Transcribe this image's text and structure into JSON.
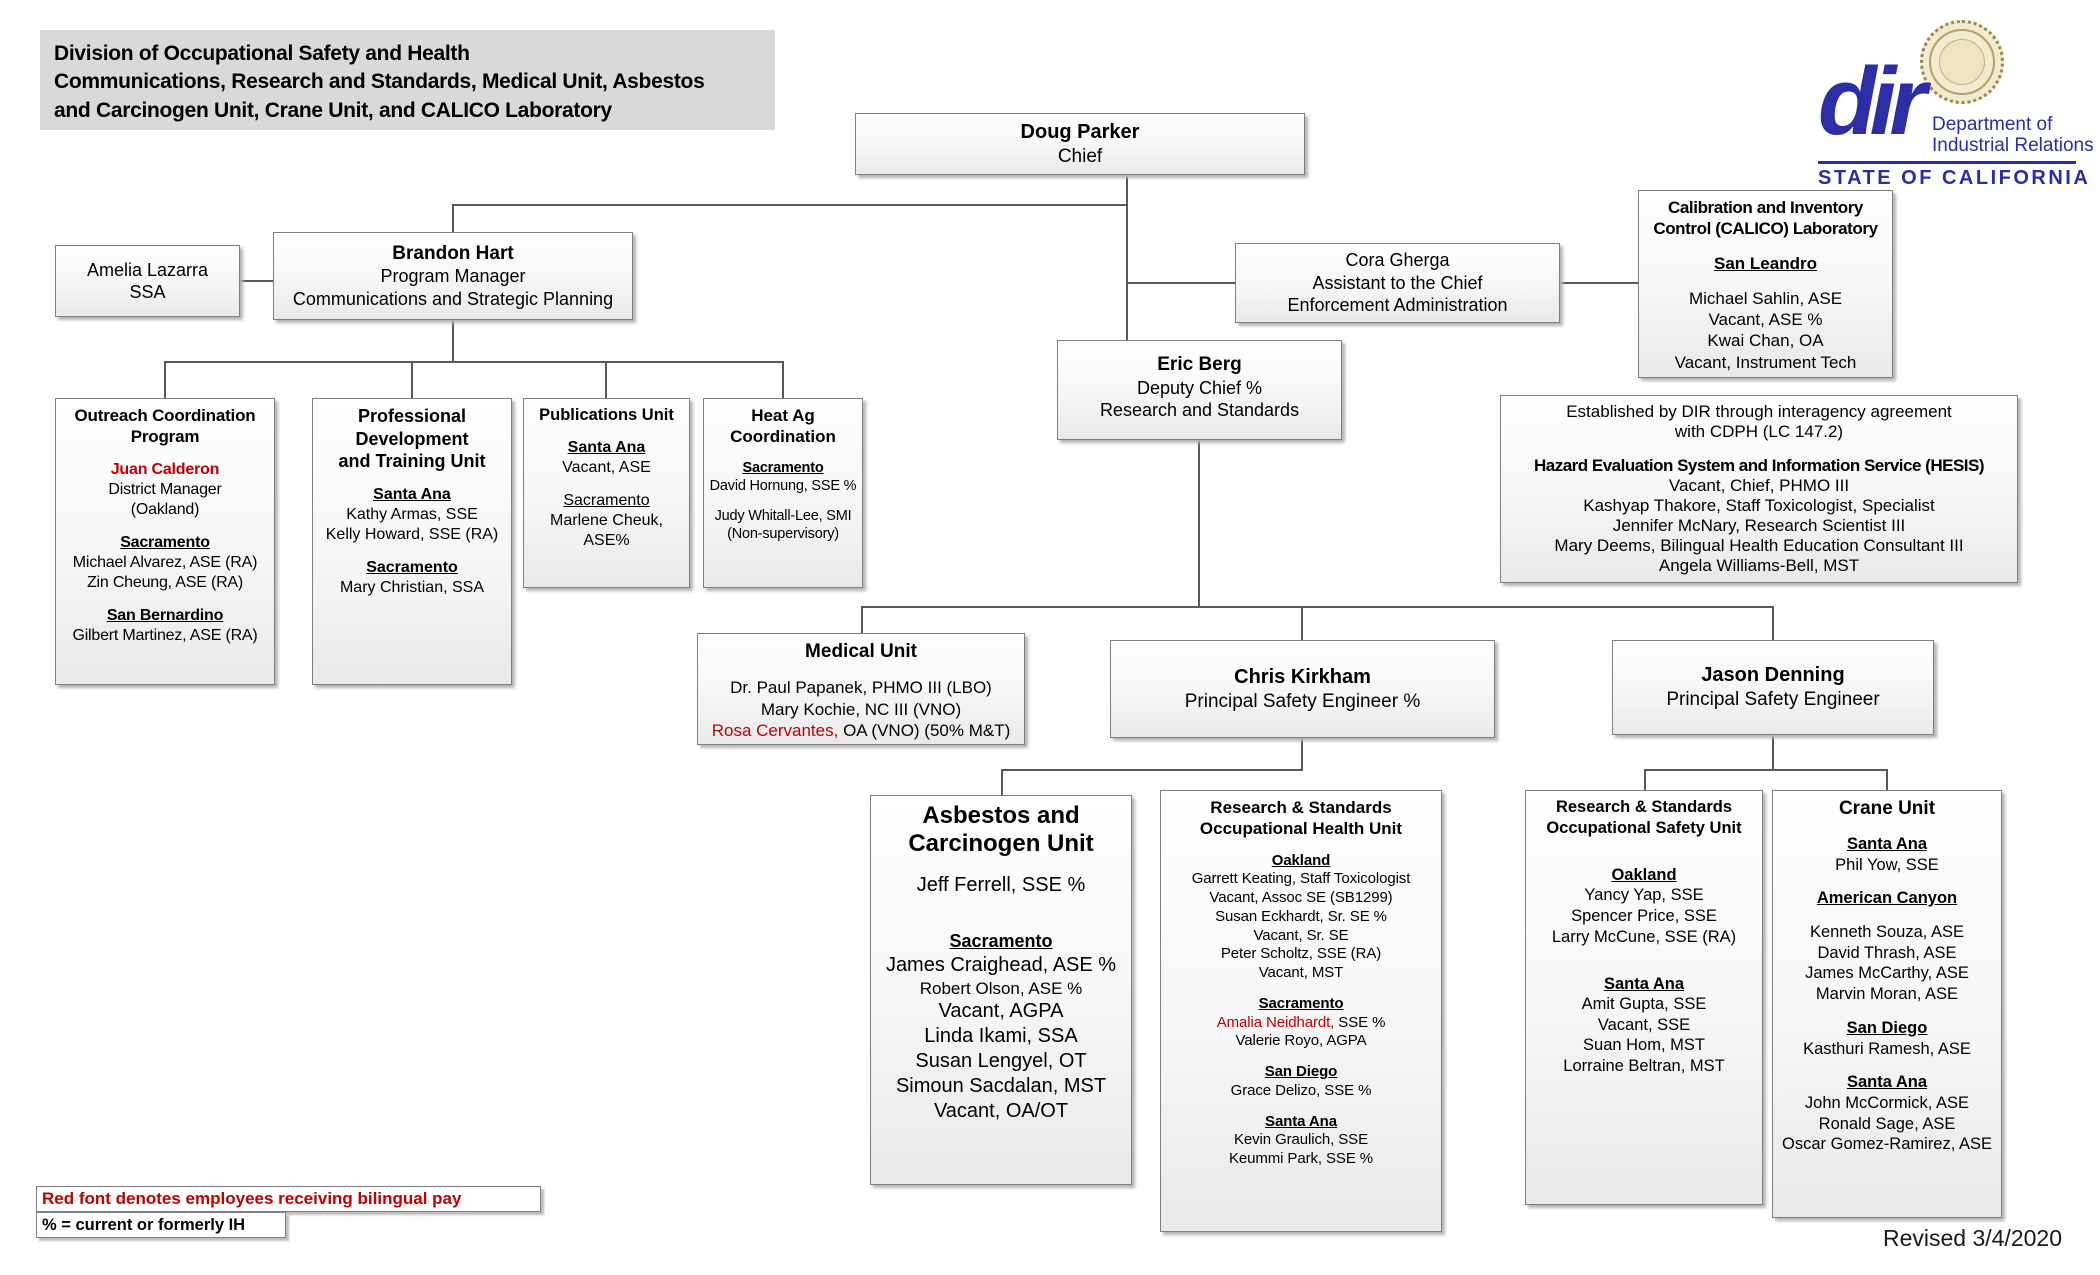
{
  "colors": {
    "accent_blue": "#2d2da6",
    "bilingual_red": "#c00000",
    "box_border": "#7f7f7f",
    "title_bg": "#d9d9d9"
  },
  "title_block": {
    "lines": [
      {
        "t": "Division of Occupational Safety and Health"
      },
      {
        "t": "Communications, Research and Standards, Medical Unit, Asbestos"
      },
      {
        "t": "and Carcinogen Unit, Crane Unit, and CALICO Laboratory"
      }
    ]
  },
  "logo": {
    "dir": "dir",
    "dept_line1": "Department of",
    "dept_line2": "Industrial Relations",
    "state": "STATE OF CALIFORNIA",
    "seal": "state-seal"
  },
  "legend": {
    "red_note": "Red font denotes employees receiving bilingual pay",
    "percent_note": "% = current or formerly IH"
  },
  "footer": {
    "revised": "Revised 3/4/2020"
  },
  "boxes": {
    "doug": {
      "lines": [
        {
          "t": "Doug Parker",
          "s": "h"
        },
        {
          "t": "Chief"
        }
      ]
    },
    "amelia": {
      "lines": [
        {
          "t": "Amelia Lazarra"
        },
        {
          "t": "SSA"
        }
      ]
    },
    "brandon": {
      "lines": [
        {
          "t": "Brandon Hart",
          "s": "h"
        },
        {
          "t": "Program Manager"
        },
        {
          "t": "Communications and Strategic Planning"
        }
      ]
    },
    "cora": {
      "lines": [
        {
          "t": "Cora Gherga"
        },
        {
          "t": "Assistant to the Chief"
        },
        {
          "t": "Enforcement Administration"
        }
      ]
    },
    "calico": {
      "lines": [
        {
          "t": "Calibration and Inventory",
          "s": "h"
        },
        {
          "t": "Control (CALICO) Laboratory",
          "s": "h"
        },
        {
          "t": ""
        },
        {
          "t": "San Leandro",
          "s": "u"
        },
        {
          "t": ""
        },
        {
          "t": "Michael Sahlin, ASE"
        },
        {
          "t": "Vacant, ASE %"
        },
        {
          "t": "Kwai Chan, OA"
        },
        {
          "t": "Vacant, Instrument Tech"
        }
      ]
    },
    "eric": {
      "lines": [
        {
          "t": "Eric Berg",
          "s": "h"
        },
        {
          "t": "Deputy Chief %"
        },
        {
          "t": "Research and Standards"
        }
      ]
    },
    "outreach": {
      "lines": [
        {
          "t": "Outreach Coordination",
          "s": "h"
        },
        {
          "t": "Program",
          "s": "h"
        },
        {
          "t": ""
        },
        {
          "t": "Juan Calderon",
          "s": "r b"
        },
        {
          "t": "District Manager"
        },
        {
          "t": "(Oakland)"
        },
        {
          "t": ""
        },
        {
          "t": "Sacramento",
          "s": "u"
        },
        {
          "t": "Michael Alvarez, ASE (RA)"
        },
        {
          "t": "Zin Cheung, ASE (RA)"
        },
        {
          "t": ""
        },
        {
          "t": "San Bernardino",
          "s": "u"
        },
        {
          "t": "Gilbert Martinez, ASE (RA)"
        }
      ]
    },
    "profdev": {
      "lines": [
        {
          "t": "Professional",
          "s": "h"
        },
        {
          "t": "Development",
          "s": "h"
        },
        {
          "t": "and Training Unit",
          "s": "h"
        },
        {
          "t": ""
        },
        {
          "t": "Santa Ana",
          "s": "u"
        },
        {
          "t": "Kathy Armas, SSE"
        },
        {
          "t": "Kelly Howard, SSE (RA)"
        },
        {
          "t": ""
        },
        {
          "t": "Sacramento",
          "s": "u"
        },
        {
          "t": "Mary Christian, SSA"
        }
      ]
    },
    "publications": {
      "lines": [
        {
          "t": "Publications Unit",
          "s": "h"
        },
        {
          "t": ""
        },
        {
          "t": "Santa Ana",
          "s": "u"
        },
        {
          "t": "Vacant, ASE"
        },
        {
          "t": ""
        },
        {
          "t": "Sacramento",
          "s": "un"
        },
        {
          "t": "Marlene Cheuk,"
        },
        {
          "t": "ASE%"
        }
      ]
    },
    "heatag": {
      "lines": [
        {
          "t": "Heat Ag",
          "s": "h"
        },
        {
          "t": "Coordination",
          "s": "h"
        },
        {
          "t": ""
        },
        {
          "t": "Sacramento",
          "s": "u"
        },
        {
          "t": "David Hornung, SSE %"
        },
        {
          "t": ""
        },
        {
          "t": "Judy Whitall-Lee, SMI"
        },
        {
          "t": "(Non-supervisory)"
        }
      ]
    },
    "hesis": {
      "lines": [
        {
          "t": "Established by DIR through interagency agreement"
        },
        {
          "t": "with CDPH (LC 147.2)"
        },
        {
          "t": ""
        },
        {
          "t": "Hazard Evaluation System and Information Service (HESIS)",
          "s": "h"
        },
        {
          "t": "Vacant, Chief, PHMO III"
        },
        {
          "t": "Kashyap Thakore, Staff Toxicologist, Specialist"
        },
        {
          "t": "Jennifer McNary, Research Scientist III"
        },
        {
          "t": "Mary Deems, Bilingual Health Education Consultant III"
        },
        {
          "t": "Angela Williams-Bell, MST"
        }
      ]
    },
    "medical": {
      "lines": [
        {
          "t": "Medical Unit",
          "s": "h"
        },
        {
          "t": ""
        },
        {
          "t": "Dr. Paul Papanek, PHMO III (LBO)"
        },
        {
          "t": "Mary Kochie, NC III (VNO)"
        },
        {
          "parts": [
            {
              "t": "Rosa Cervantes,",
              "s": "r"
            },
            {
              "t": " OA (VNO)  (50% M&T)"
            }
          ]
        }
      ]
    },
    "chris": {
      "lines": [
        {
          "t": "Chris Kirkham",
          "s": "h"
        },
        {
          "t": "Principal Safety Engineer %"
        }
      ]
    },
    "jason": {
      "lines": [
        {
          "t": "Jason Denning",
          "s": "h"
        },
        {
          "t": "Principal Safety Engineer"
        }
      ]
    },
    "asbestos": {
      "lines": [
        {
          "t": "Asbestos and",
          "s": "h"
        },
        {
          "t": "Carcinogen Unit",
          "s": "h"
        },
        {
          "t": ""
        },
        {
          "t": "Jeff Ferrell, SSE %"
        },
        {
          "t": ""
        },
        {
          "t": ""
        },
        {
          "t": "Sacramento",
          "s": "u"
        },
        {
          "t": "James Craighead, ASE %"
        },
        {
          "t": "Robert Olson, ASE %",
          "s": "sm"
        },
        {
          "t": "Vacant, AGPA"
        },
        {
          "t": "Linda Ikami, SSA"
        },
        {
          "t": "Susan Lengyel, OT"
        },
        {
          "t": "Simoun Sacdalan, MST"
        },
        {
          "t": "Vacant, OA/OT"
        }
      ]
    },
    "rshealth": {
      "lines": [
        {
          "t": "Research & Standards",
          "s": "h"
        },
        {
          "t": "Occupational Health Unit",
          "s": "h"
        },
        {
          "t": ""
        },
        {
          "t": "Oakland",
          "s": "u"
        },
        {
          "t": "Garrett Keating, Staff Toxicologist"
        },
        {
          "t": "Vacant, Assoc SE (SB1299)"
        },
        {
          "t": "Susan Eckhardt, Sr. SE %"
        },
        {
          "t": "Vacant, Sr. SE"
        },
        {
          "t": "Peter Scholtz, SSE (RA)"
        },
        {
          "t": "Vacant, MST"
        },
        {
          "t": ""
        },
        {
          "t": "Sacramento",
          "s": "u"
        },
        {
          "parts": [
            {
              "t": "Amalia Neidhardt,",
              "s": "r"
            },
            {
              "t": " SSE %"
            }
          ]
        },
        {
          "t": "Valerie Royo, AGPA"
        },
        {
          "t": ""
        },
        {
          "t": "San Diego",
          "s": "u"
        },
        {
          "t": "Grace Delizo, SSE %"
        },
        {
          "t": ""
        },
        {
          "t": "Santa Ana",
          "s": "u"
        },
        {
          "t": "Kevin Graulich, SSE"
        },
        {
          "t": "Keummi Park, SSE %"
        }
      ]
    },
    "rssafety": {
      "lines": [
        {
          "t": "Research & Standards",
          "s": "h"
        },
        {
          "t": "Occupational Safety Unit",
          "s": "h"
        },
        {
          "t": ""
        },
        {
          "t": ""
        },
        {
          "t": "Oakland",
          "s": "u"
        },
        {
          "t": "Yancy Yap, SSE"
        },
        {
          "t": "Spencer Price, SSE"
        },
        {
          "t": "Larry McCune, SSE (RA)"
        },
        {
          "t": ""
        },
        {
          "t": ""
        },
        {
          "t": "Santa Ana",
          "s": "u"
        },
        {
          "t": "Amit Gupta, SSE"
        },
        {
          "t": "Vacant, SSE"
        },
        {
          "t": "Suan Hom, MST"
        },
        {
          "t": "Lorraine Beltran, MST"
        }
      ]
    },
    "crane": {
      "lines": [
        {
          "t": "Crane Unit",
          "s": "h"
        },
        {
          "t": ""
        },
        {
          "t": "Santa Ana",
          "s": "u"
        },
        {
          "t": "Phil Yow, SSE"
        },
        {
          "t": ""
        },
        {
          "t": "American Canyon",
          "s": "u"
        },
        {
          "t": ""
        },
        {
          "t": "Kenneth Souza, ASE"
        },
        {
          "t": "David Thrash, ASE"
        },
        {
          "t": "James McCarthy, ASE"
        },
        {
          "t": "Marvin Moran, ASE"
        },
        {
          "t": ""
        },
        {
          "t": "San Diego",
          "s": "u"
        },
        {
          "t": "Kasthuri Ramesh, ASE"
        },
        {
          "t": ""
        },
        {
          "t": "Santa Ana",
          "s": "u"
        },
        {
          "t": "John McCormick, ASE"
        },
        {
          "t": "Ronald Sage, ASE"
        },
        {
          "t": "Oscar Gomez-Ramirez, ASE"
        }
      ]
    }
  }
}
